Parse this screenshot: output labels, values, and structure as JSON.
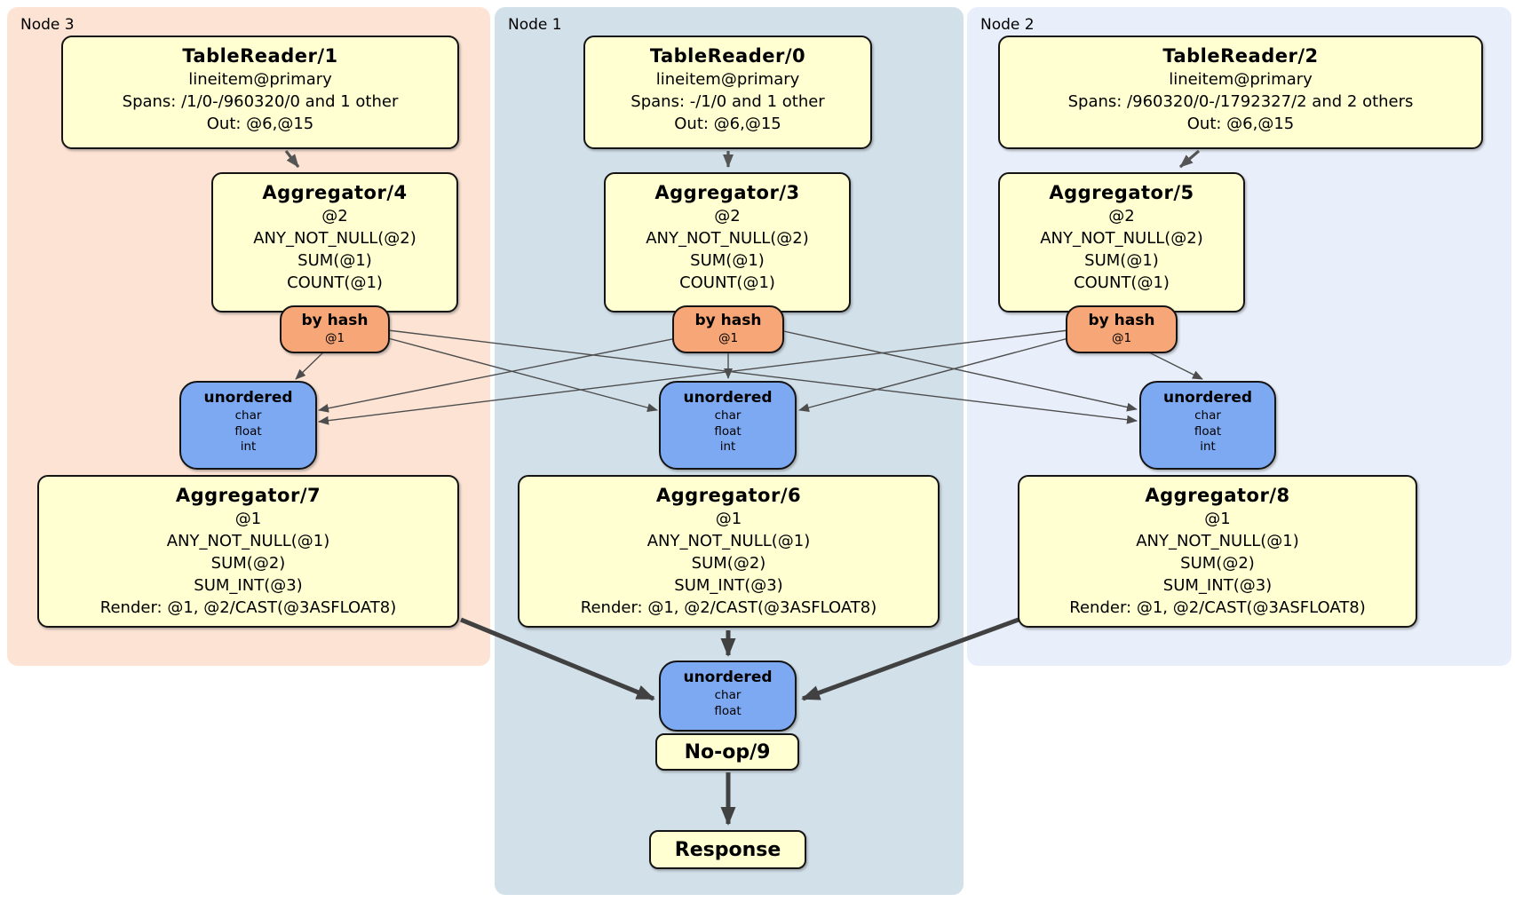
{
  "panels": [
    {
      "label": "Node 3"
    },
    {
      "label": "Node 1"
    },
    {
      "label": "Node 2"
    }
  ],
  "colors": {
    "operator_box_fill": "#ffffd2",
    "hash_router_fill": "#f7a677",
    "sync_box_fill": "#7da9f3",
    "node3_panel_bg": "#fce3d4",
    "node1_panel_bg": "#d2e0ea",
    "node2_panel_bg": "#e9effa",
    "edge_color": "#4d4d4d"
  },
  "node3": {
    "table_reader": {
      "title": "TableReader/1",
      "lines": [
        "lineitem@primary",
        "Spans: /1/0-/960320/0 and 1 other",
        "Out: @6,@15"
      ]
    },
    "aggregator_top": {
      "title": "Aggregator/4",
      "lines": [
        "@2",
        "ANY_NOT_NULL(@2)",
        "SUM(@1)",
        "COUNT(@1)"
      ]
    },
    "router": {
      "title": "by hash",
      "key": "@1"
    },
    "sync": {
      "title": "unordered",
      "lines": [
        "char",
        "float",
        "int"
      ]
    },
    "aggregator_bottom": {
      "title": "Aggregator/7",
      "lines": [
        "@1",
        "ANY_NOT_NULL(@1)",
        "SUM(@2)",
        "SUM_INT(@3)",
        "Render: @1, @2/CAST(@3ASFLOAT8)"
      ]
    }
  },
  "node1": {
    "table_reader": {
      "title": "TableReader/0",
      "lines": [
        "lineitem@primary",
        "Spans: -/1/0 and 1 other",
        "Out: @6,@15"
      ]
    },
    "aggregator_top": {
      "title": "Aggregator/3",
      "lines": [
        "@2",
        "ANY_NOT_NULL(@2)",
        "SUM(@1)",
        "COUNT(@1)"
      ]
    },
    "router": {
      "title": "by hash",
      "key": "@1"
    },
    "sync": {
      "title": "unordered",
      "lines": [
        "char",
        "float",
        "int"
      ]
    },
    "aggregator_bottom": {
      "title": "Aggregator/6",
      "lines": [
        "@1",
        "ANY_NOT_NULL(@1)",
        "SUM(@2)",
        "SUM_INT(@3)",
        "Render: @1, @2/CAST(@3ASFLOAT8)"
      ]
    },
    "final_sync": {
      "title": "unordered",
      "lines": [
        "char",
        "float"
      ]
    },
    "noop": {
      "title": "No-op/9"
    },
    "response": {
      "title": "Response"
    }
  },
  "node2": {
    "table_reader": {
      "title": "TableReader/2",
      "lines": [
        "lineitem@primary",
        "Spans: /960320/0-/1792327/2 and 2 others",
        "Out: @6,@15"
      ]
    },
    "aggregator_top": {
      "title": "Aggregator/5",
      "lines": [
        "@2",
        "ANY_NOT_NULL(@2)",
        "SUM(@1)",
        "COUNT(@1)"
      ]
    },
    "router": {
      "title": "by hash",
      "key": "@1"
    },
    "sync": {
      "title": "unordered",
      "lines": [
        "char",
        "float",
        "int"
      ]
    },
    "aggregator_bottom": {
      "title": "Aggregator/8",
      "lines": [
        "@1",
        "ANY_NOT_NULL(@1)",
        "SUM(@2)",
        "SUM_INT(@3)",
        "Render: @1, @2/CAST(@3ASFLOAT8)"
      ]
    }
  }
}
